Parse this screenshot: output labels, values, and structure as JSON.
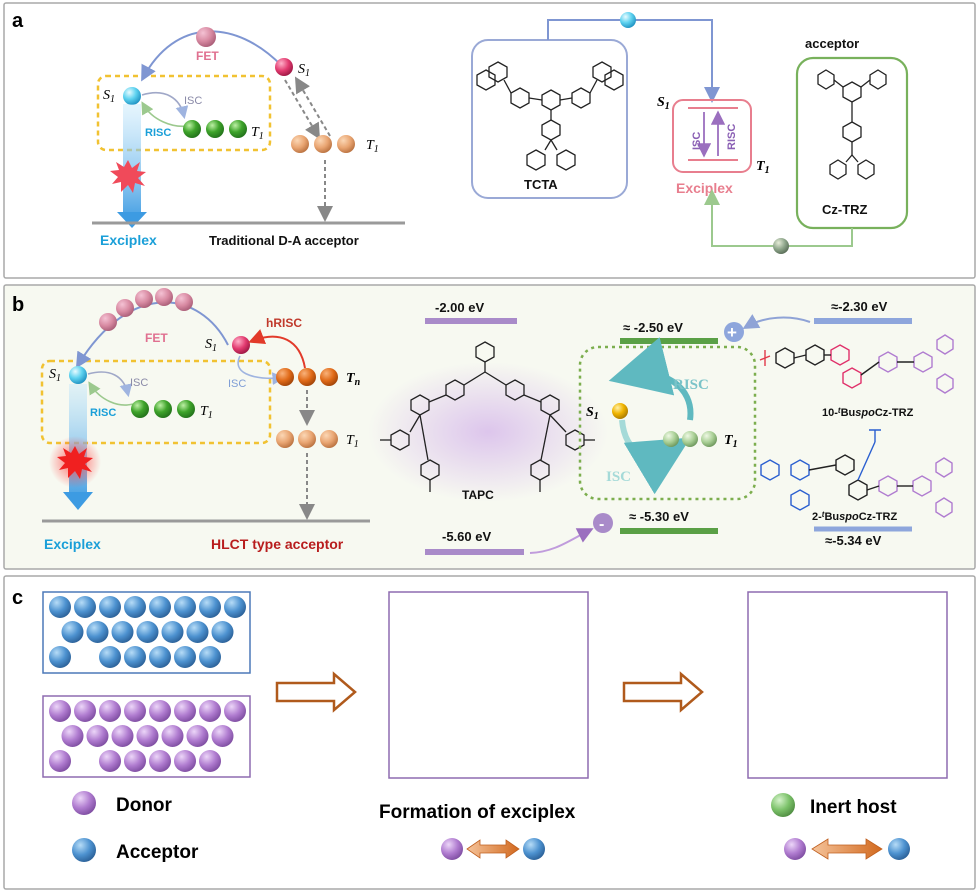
{
  "panel_a": {
    "label": "a",
    "left": {
      "fet": "FET",
      "s1_left": "S",
      "s1_right": "S",
      "sub1": "1",
      "isc": "ISC",
      "risc": "RISC",
      "t1_green": "T",
      "t1_orange": "T",
      "exciplex": "Exciplex",
      "acceptor_type": "Traditional D-A acceptor"
    },
    "right": {
      "donor_name": "TCTA",
      "acceptor_heading": "acceptor",
      "acceptor_name": "Cz-TRZ",
      "s1": "S",
      "t1": "T",
      "sub1": "1",
      "isc": "ISC",
      "risc": "RISC",
      "exciplex": "Exciplex"
    }
  },
  "panel_b": {
    "label": "b",
    "left": {
      "fet": "FET",
      "hrisc": "hRISC",
      "isc_upper": "ISC",
      "isc_lower": "ISC",
      "risc": "RISC",
      "s1_left": "S",
      "s1_right": "S",
      "sub1": "1",
      "tn": "T",
      "subn": "n",
      "t1_green": "T",
      "t1_orange": "T",
      "exciplex": "Exciplex",
      "acceptor_type": "HLCT type acceptor"
    },
    "right": {
      "donor_lumo": "-2.00 eV",
      "donor_homo": "-5.60 eV",
      "donor_name": "TAPC",
      "ex_lumo": "≈ -2.50 eV",
      "ex_homo": "≈ -5.30 eV",
      "acc_lumo": "≈-2.30 eV",
      "acc_homo": "≈-5.34 eV",
      "risc": "RISC",
      "isc": "ISC",
      "s1": "S",
      "t1": "T",
      "sub1": "1",
      "plus": "+",
      "minus": "-",
      "acc1_pre": "10-",
      "acc1_t": "t",
      "acc1_mid": "Bu",
      "acc1_spo": "spo",
      "acc1_post": "Cz-TRZ",
      "acc2_pre": "2-",
      "acc2_t": "t",
      "acc2_mid": "Bu",
      "acc2_spo": "spo",
      "acc2_post": "Cz-TRZ"
    }
  },
  "panel_c": {
    "label": "c",
    "legend_donor": "Donor",
    "legend_acceptor": "Acceptor",
    "caption_middle": "Formation of exciplex",
    "legend_inert": "Inert host"
  },
  "colors": {
    "donor": "#b07cd0",
    "acceptor": "#4c8fce",
    "inert": "#7cc26a",
    "green_level": "#5aa046",
    "purple_level": "#a98bc9",
    "blue_level": "#8ea6dc",
    "exciplex_pink": "#e87e8e",
    "exciplex_text": "#1a9fd8",
    "hlct_red": "#b81d1d",
    "arrow_orange": "#d2691e"
  }
}
